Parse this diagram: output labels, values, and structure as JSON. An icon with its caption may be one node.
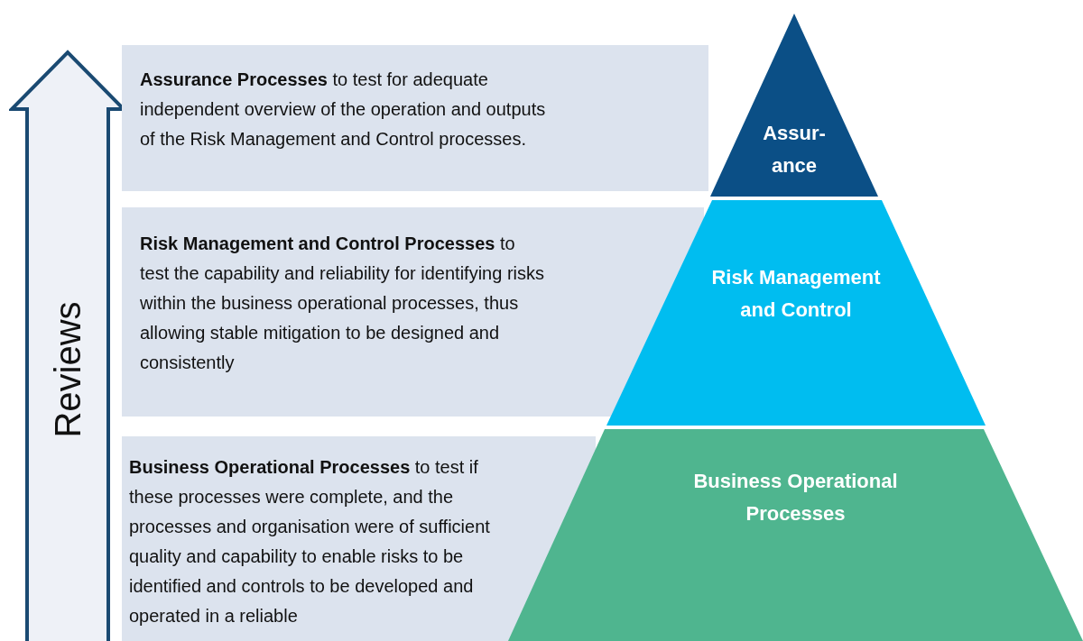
{
  "diagram": {
    "nodes": [
      {
        "text": [
          "Reviews"
        ]
      },
      {
        "text": [
          "**Assurance Processes** to test for adequate independent overview of the operation and outputs of the Risk Management and Control processes."
        ]
      },
      {
        "text": [
          "Assur- ance"
        ]
      },
      {
        "text": [
          "**Risk Management and Control Processes** to test the capability and reliability for identifying risks within the business operational processes, thus allowing stable mitigation to be designed and consistently"
        ]
      },
      {
        "text": [
          "Risk Management and Control"
        ]
      },
      {
        "text": [
          "**Business Operational Processes** to test if these processes were complete, and the processes and organisation were of sufficient quality and capability to enable risks to be identified and controls to be developed and operated in a reliable"
        ]
      },
      {
        "text": [
          "Business Operational Processes"
        ]
      }
    ],
    "edges": []
  }
}
